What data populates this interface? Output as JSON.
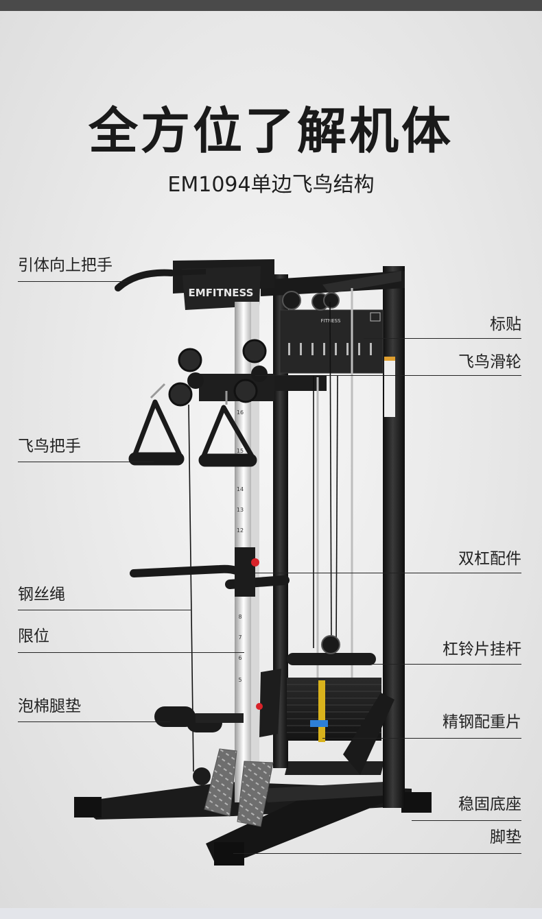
{
  "header": {
    "title": "全方位了解机体",
    "subtitle": "EM1094单边飞鸟结构"
  },
  "product": {
    "brand_logo_text": "EMFITNESS",
    "placard_brand": "FITNESS"
  },
  "left_labels": [
    {
      "id": "pullup",
      "text": "引体向上把手"
    },
    {
      "id": "fly-handle",
      "text": "飞鸟把手"
    },
    {
      "id": "cable",
      "text": "钢丝绳"
    },
    {
      "id": "limit",
      "text": "限位"
    },
    {
      "id": "foam-pad",
      "text": "泡棉腿垫"
    }
  ],
  "right_labels": [
    {
      "id": "sticker",
      "text": "标贴"
    },
    {
      "id": "fly-pulley",
      "text": "飞鸟滑轮"
    },
    {
      "id": "dip-bar",
      "text": "双杠配件"
    },
    {
      "id": "plate-holder",
      "text": "杠铃片挂杆"
    },
    {
      "id": "weight-stack",
      "text": "精钢配重片"
    },
    {
      "id": "base",
      "text": "稳固底座"
    },
    {
      "id": "foot-pad",
      "text": "脚垫"
    }
  ],
  "colors": {
    "frame": "#1c1c1c",
    "accent_red": "#d8232a",
    "accent_blue": "#2e7fd6"
  }
}
